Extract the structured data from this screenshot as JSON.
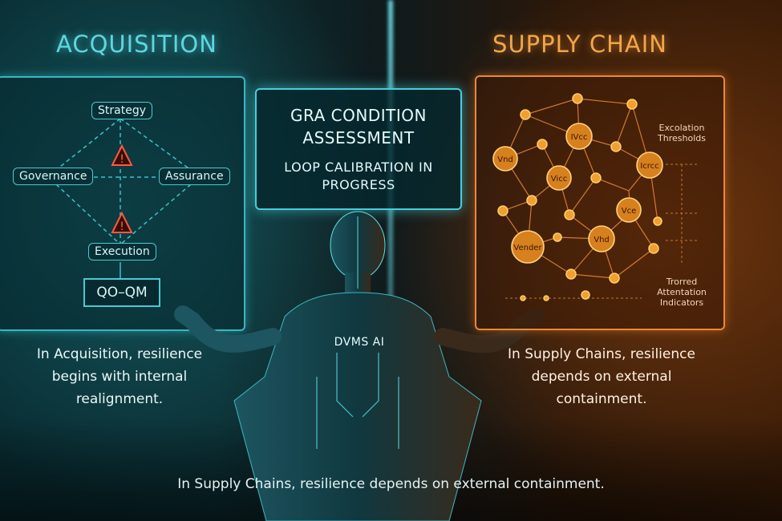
{
  "acquisition": {
    "title": "ACQUISITION",
    "nodes": {
      "strategy": "Strategy",
      "governance": "Governance",
      "assurance": "Assurance",
      "execution": "Execution"
    },
    "metric": "QO–QM",
    "caption": "In Acquisition, resilience begins with internal realignment.",
    "accent": "#4cc9d2"
  },
  "supply_chain": {
    "title": "SUPPLY CHAIN",
    "node_labels": [
      "IVcc",
      "Vnd",
      "Vicc",
      "Icrcc",
      "Vce",
      "Vender",
      "Vhd"
    ],
    "escalation": "Excolation Thresholds",
    "attention": "Trorred Attentation Indicators",
    "caption": "In Supply Chains, resilience depends on external containment.",
    "accent": "#e9893a"
  },
  "center": {
    "title": "GRA CONDITION ASSESSMENT",
    "status": "LOOP CALIBRATION IN PROGRESS",
    "figure_label": "DVMS AI"
  },
  "bottom_caption": "In Supply Chains, resilience depends on external containment."
}
